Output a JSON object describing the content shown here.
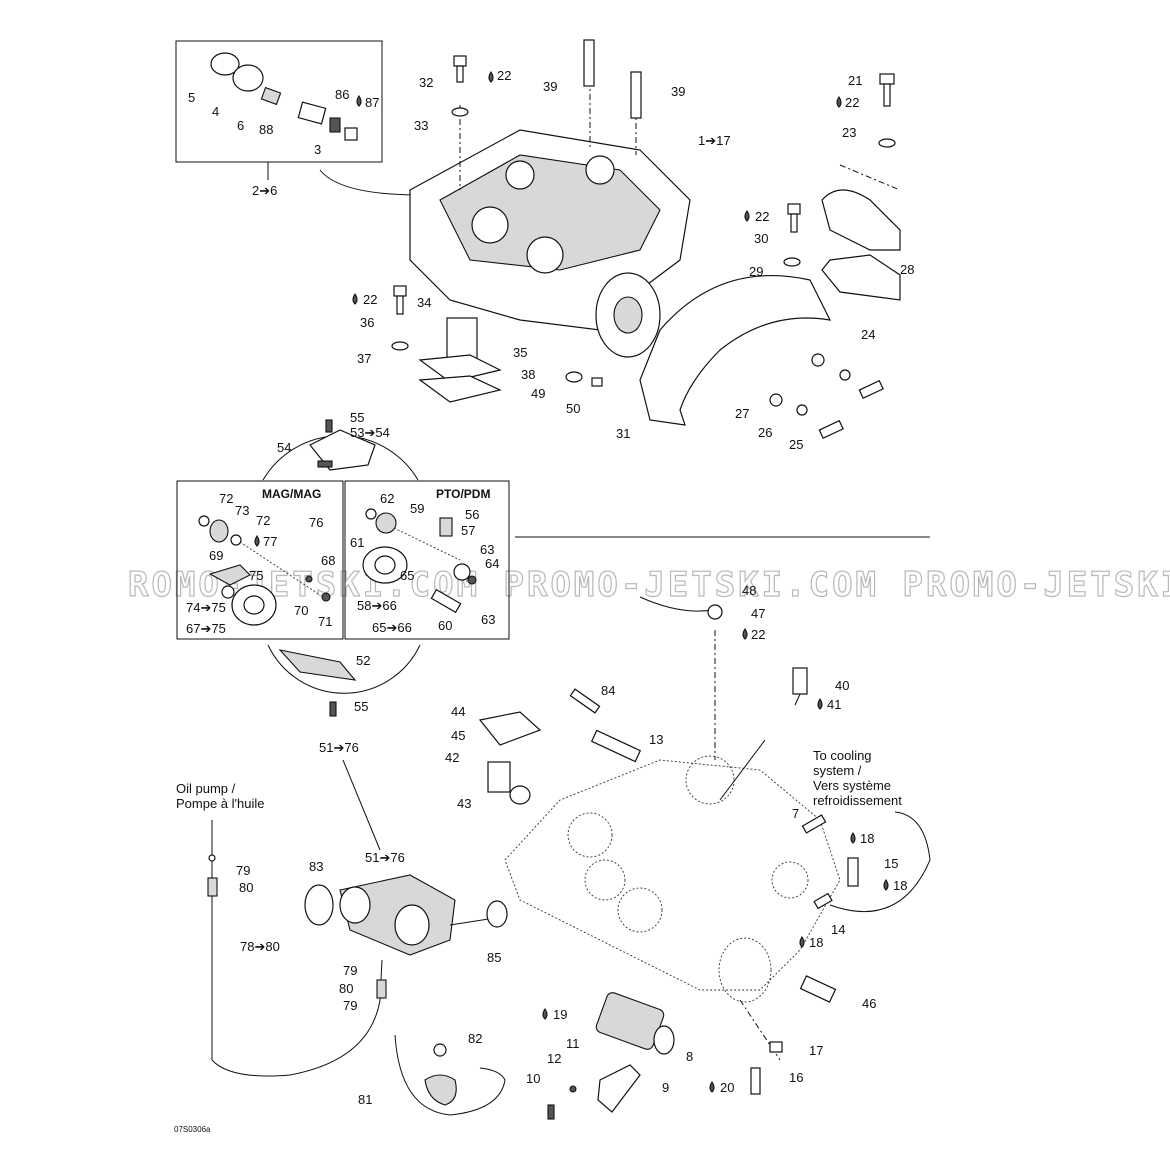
{
  "diagram_code": "07S0306a",
  "watermark": "ROMO-JETSKI.COM   PROMO-JETSKI.COM   PROMO-JETSKI.COM",
  "sections": {
    "mag": "MAG/MAG",
    "pto": "PTO/PDM"
  },
  "notes": {
    "oil_pump": [
      "Oil pump /",
      "Pompe à l'huile"
    ],
    "cooling": [
      "To cooling",
      "system /",
      "Vers système",
      "refroidissement"
    ]
  },
  "callouts": [
    {
      "text": "5"
    },
    {
      "text": "4"
    },
    {
      "text": "6"
    },
    {
      "text": "88"
    },
    {
      "text": "86"
    },
    {
      "text": "87"
    },
    {
      "text": "3"
    },
    {
      "text": "2➔6"
    },
    {
      "text": "32"
    },
    {
      "text": "22"
    },
    {
      "text": "33"
    },
    {
      "text": "39"
    },
    {
      "text": "39"
    },
    {
      "text": "1➔17"
    },
    {
      "text": "21"
    },
    {
      "text": "22"
    },
    {
      "text": "23"
    },
    {
      "text": "22"
    },
    {
      "text": "30"
    },
    {
      "text": "29"
    },
    {
      "text": "28"
    },
    {
      "text": "24"
    },
    {
      "text": "22"
    },
    {
      "text": "36"
    },
    {
      "text": "34"
    },
    {
      "text": "37"
    },
    {
      "text": "35"
    },
    {
      "text": "38"
    },
    {
      "text": "49"
    },
    {
      "text": "50"
    },
    {
      "text": "27"
    },
    {
      "text": "26"
    },
    {
      "text": "25"
    },
    {
      "text": "31"
    },
    {
      "text": "55"
    },
    {
      "text": "53➔54"
    },
    {
      "text": "54"
    },
    {
      "text": "72"
    },
    {
      "text": "73"
    },
    {
      "text": "72"
    },
    {
      "text": "77"
    },
    {
      "text": "76"
    },
    {
      "text": "69"
    },
    {
      "text": "68"
    },
    {
      "text": "75"
    },
    {
      "text": "70"
    },
    {
      "text": "71"
    },
    {
      "text": "74➔75"
    },
    {
      "text": "67➔75"
    },
    {
      "text": "62"
    },
    {
      "text": "59"
    },
    {
      "text": "61"
    },
    {
      "text": "56"
    },
    {
      "text": "57"
    },
    {
      "text": "63"
    },
    {
      "text": "64"
    },
    {
      "text": "65"
    },
    {
      "text": "58➔66"
    },
    {
      "text": "65➔66"
    },
    {
      "text": "60"
    },
    {
      "text": "63"
    },
    {
      "text": "52"
    },
    {
      "text": "55"
    },
    {
      "text": "51➔76"
    },
    {
      "text": "48"
    },
    {
      "text": "47"
    },
    {
      "text": "22"
    },
    {
      "text": "40"
    },
    {
      "text": "41"
    },
    {
      "text": "84"
    },
    {
      "text": "44"
    },
    {
      "text": "45"
    },
    {
      "text": "13"
    },
    {
      "text": "42"
    },
    {
      "text": "43"
    },
    {
      "text": "7"
    },
    {
      "text": "18"
    },
    {
      "text": "15"
    },
    {
      "text": "18"
    },
    {
      "text": "14"
    },
    {
      "text": "18"
    },
    {
      "text": "79"
    },
    {
      "text": "80"
    },
    {
      "text": "83"
    },
    {
      "text": "51➔76"
    },
    {
      "text": "78➔80"
    },
    {
      "text": "85"
    },
    {
      "text": "79"
    },
    {
      "text": "80"
    },
    {
      "text": "79"
    },
    {
      "text": "46"
    },
    {
      "text": "19"
    },
    {
      "text": "8"
    },
    {
      "text": "17"
    },
    {
      "text": "82"
    },
    {
      "text": "11"
    },
    {
      "text": "12"
    },
    {
      "text": "9"
    },
    {
      "text": "10"
    },
    {
      "text": "20"
    },
    {
      "text": "16"
    },
    {
      "text": "81"
    }
  ]
}
